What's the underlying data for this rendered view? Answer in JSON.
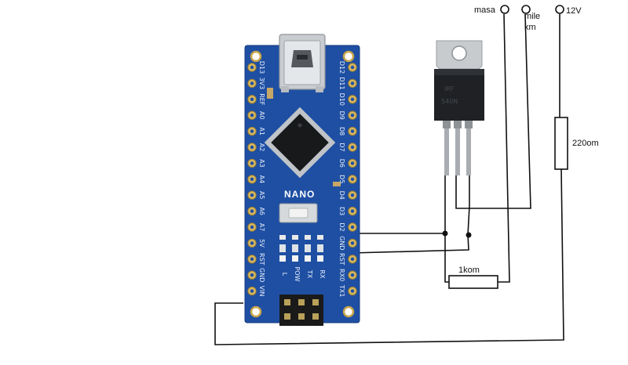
{
  "labels": {
    "ground": "masa",
    "mileage": "mile\nkm",
    "supply": "12V",
    "resistor_220": "220om",
    "resistor_1k": "1kom"
  },
  "board": {
    "name": "NANO",
    "left_pins": [
      "D13",
      "3V3",
      "REF",
      "A0",
      "A1",
      "A2",
      "A3",
      "A4",
      "A5",
      "A6",
      "A7",
      "5V",
      "RST",
      "GND",
      "VIN"
    ],
    "right_pins": [
      "D12",
      "D11",
      "D10",
      "D9",
      "D8",
      "D7",
      "D6",
      "D5",
      "D4",
      "D3",
      "D2",
      "GND",
      "RST",
      "RX0",
      "TX1"
    ],
    "led_labels": [
      "L",
      "POW",
      "TX",
      "RX"
    ]
  }
}
